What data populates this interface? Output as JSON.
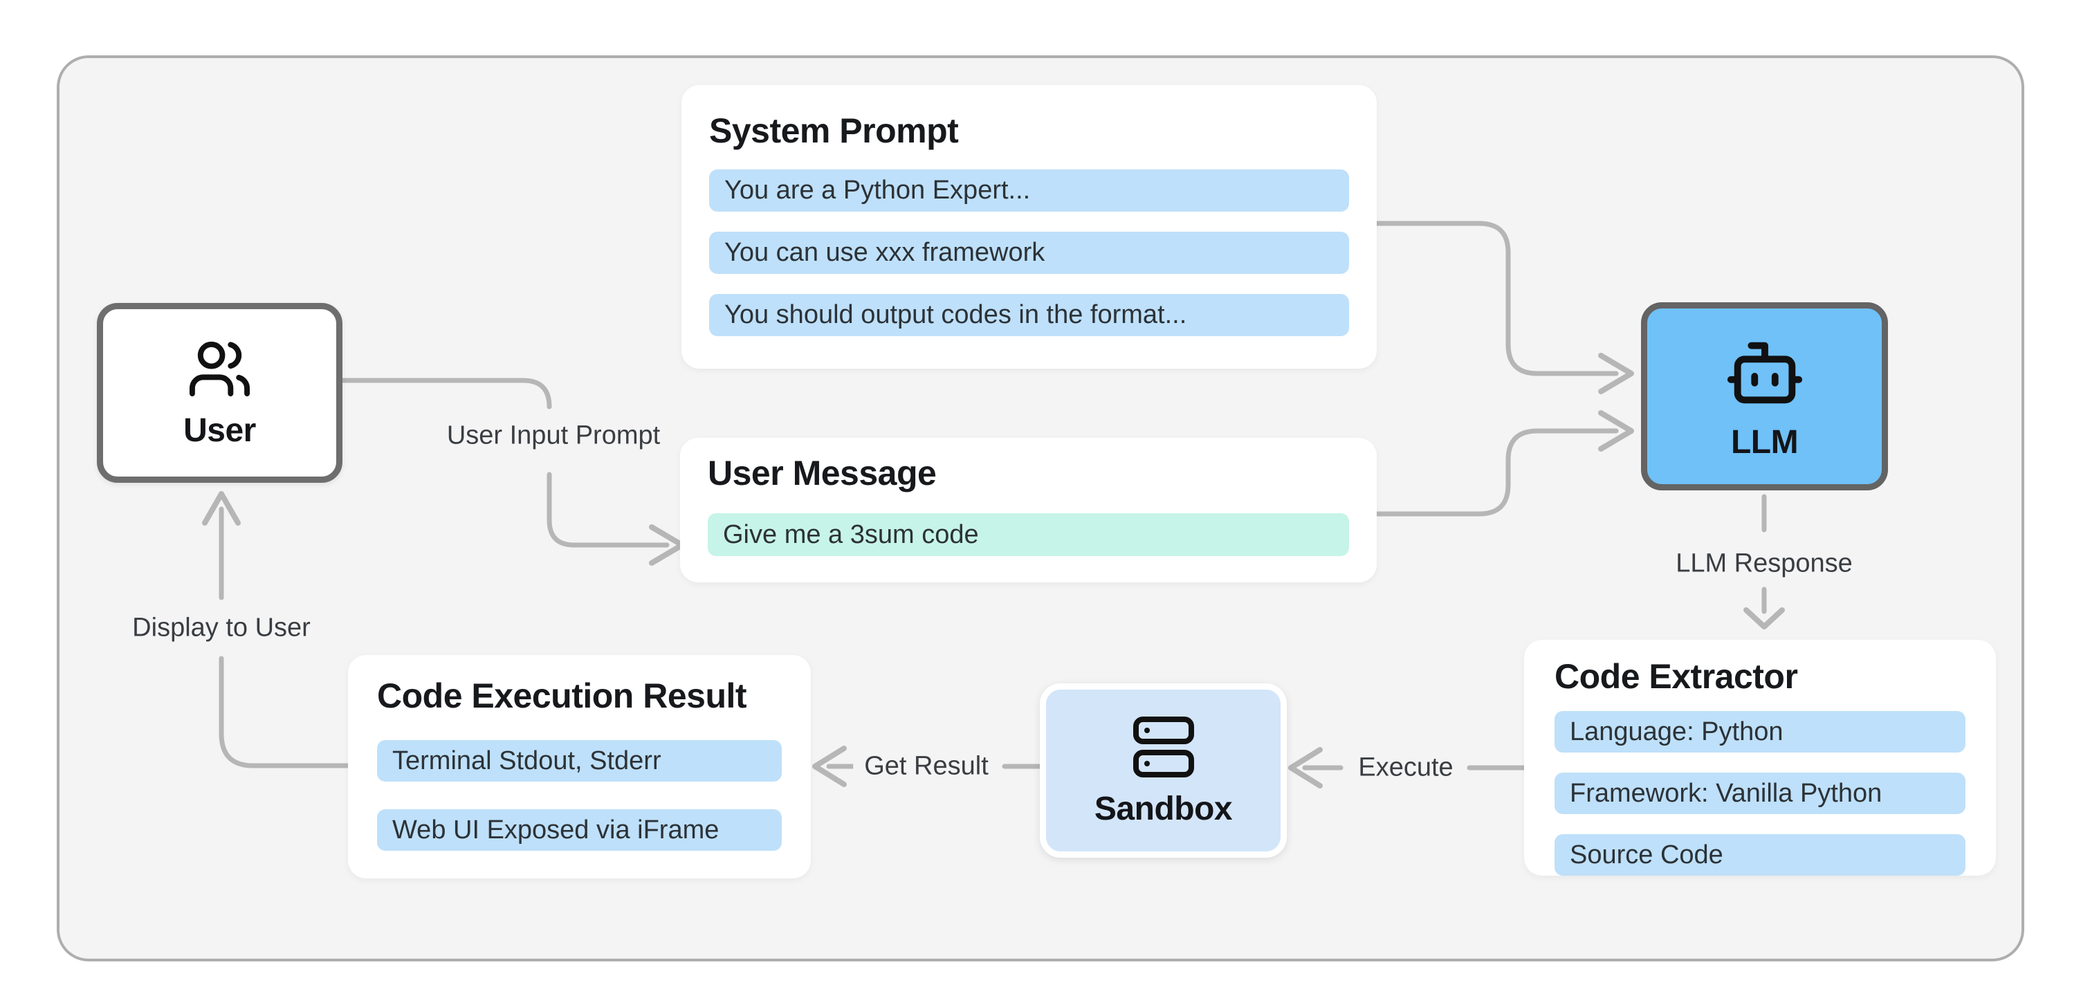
{
  "cards": {
    "system_prompt": {
      "title": "System Prompt",
      "chips": [
        "You are a Python Expert...",
        "You can use xxx framework",
        "You should output codes in the format..."
      ]
    },
    "user_message": {
      "title": "User Message",
      "chips": [
        "Give me a 3sum code"
      ]
    },
    "code_extractor": {
      "title": "Code Extractor",
      "chips": [
        "Language: Python",
        "Framework: Vanilla Python",
        "Source Code"
      ]
    },
    "code_execution_result": {
      "title": "Code Execution Result",
      "chips": [
        "Terminal Stdout, Stderr",
        "Web UI Exposed via iFrame"
      ]
    }
  },
  "nodes": {
    "user": {
      "label": "User",
      "icon": "users-icon"
    },
    "llm": {
      "label": "LLM",
      "icon": "robot-icon"
    },
    "sandbox": {
      "label": "Sandbox",
      "icon": "server-icon"
    }
  },
  "edge_labels": {
    "user_input_prompt": "User Input Prompt",
    "llm_response": "LLM Response",
    "execute": "Execute",
    "get_result": "Get Result",
    "display_to_user": "Display to User"
  },
  "colors": {
    "chip_blue": "#BEE0FA",
    "chip_teal": "#C7F4E8",
    "llm_fill": "#6FC1F7",
    "sandbox_fill": "#D3E5F9",
    "node_border": "#6E6E6E",
    "arrow_gray": "#B6B6B6",
    "canvas_bg": "#F4F4F4",
    "card_bg": "#FFFFFF"
  }
}
